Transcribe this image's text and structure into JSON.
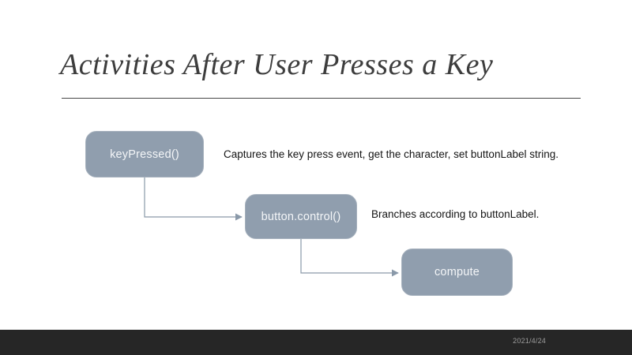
{
  "slide": {
    "title": "Activities After User Presses a Key",
    "footer": {
      "date": "2021/4/24"
    },
    "colors": {
      "background": "#ffffff",
      "title_text": "#3d3d3d",
      "title_underline": "#474747",
      "node_fill": "#909eae",
      "node_border": "#a6b1bd",
      "node_text": "#f4f6f8",
      "connector": "#8a99a9",
      "annotation_text": "#141414",
      "footer_bar": "#262626",
      "footer_text": "#9d9d9d"
    },
    "diagram": {
      "nodes": [
        {
          "id": "keyPressed",
          "label": "keyPressed()"
        },
        {
          "id": "buttonControl",
          "label": "button.control()"
        },
        {
          "id": "compute",
          "label": "compute"
        }
      ],
      "annotations": [
        {
          "for": "keyPressed",
          "text": "Captures the key press event, get the character, set buttonLabel string."
        },
        {
          "for": "buttonControl",
          "text": "Branches according to buttonLabel."
        }
      ],
      "connectors": [
        {
          "from": "keyPressed",
          "to": "buttonControl",
          "style": "elbow-down-right-arrow"
        },
        {
          "from": "buttonControl",
          "to": "compute",
          "style": "elbow-down-right-arrow"
        }
      ]
    }
  }
}
